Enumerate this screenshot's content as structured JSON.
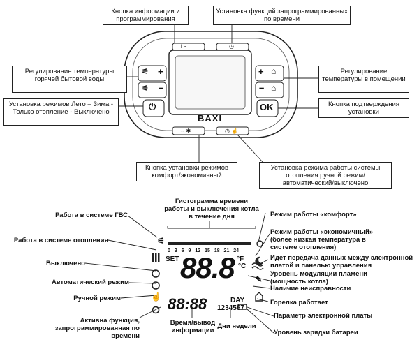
{
  "top": {
    "brand": "BAXI",
    "button_marks": {
      "info": "i P",
      "clock": "◷",
      "mode": "-- ✱",
      "program": "◷ ☝"
    },
    "callouts": {
      "info_button": "Кнопка информации и программирования",
      "time_functions": "Установка функций запрограммированных по времени",
      "dhw_temp": "Регулирование температуры горячей бытовой воды",
      "season_modes": "Установка режимов Лето – Зима - Только отопление - Выключено",
      "room_temp": "Регулирование температуры в помещении",
      "ok_confirm": "Кнопка подтверждения установки",
      "comfort_eco": "Кнопка установки режимов комфорт/экономичный",
      "heating_mode": "Установка режима работы системы отопления ручной режим/ автоматический/выключено"
    }
  },
  "display": {
    "hours_scale": "0 3 6 9 12 15 18 21 24",
    "set": "SET",
    "big_digits": "88.8",
    "deg_f": "°F",
    "deg_c": "°C",
    "small_digits": "88:88",
    "day": "DAY",
    "day_numbers": "1234567",
    "left_labels": {
      "dhw": "Работа в системе ГВС",
      "heating": "Работа в системе отопления",
      "off": "Выключено",
      "auto": "Автоматический режим",
      "manual": "Ручной режим",
      "active_function": "Активна функция, запрограммированная по времени"
    },
    "right_labels": {
      "comfort": "Режим работы «комфорт»",
      "economy": "Режим работы «экономичный» (более низкая температура в системе отопления)",
      "data_transfer": "Идет передача данных между электронной платой и панелью управления",
      "modulation": "Уровень модуляции пламени (мощность котла)",
      "fault": "Наличие неисправности",
      "burner": "Горелка работает",
      "board_param": "Параметр электронной платы",
      "battery": "Уровень зарядки батареи"
    },
    "top_label": "Гистограмма времени работы и выключения котла в течение дня",
    "bottom_labels": {
      "time_info": "Время/вывод информации",
      "weekdays": "Дни недели"
    }
  }
}
